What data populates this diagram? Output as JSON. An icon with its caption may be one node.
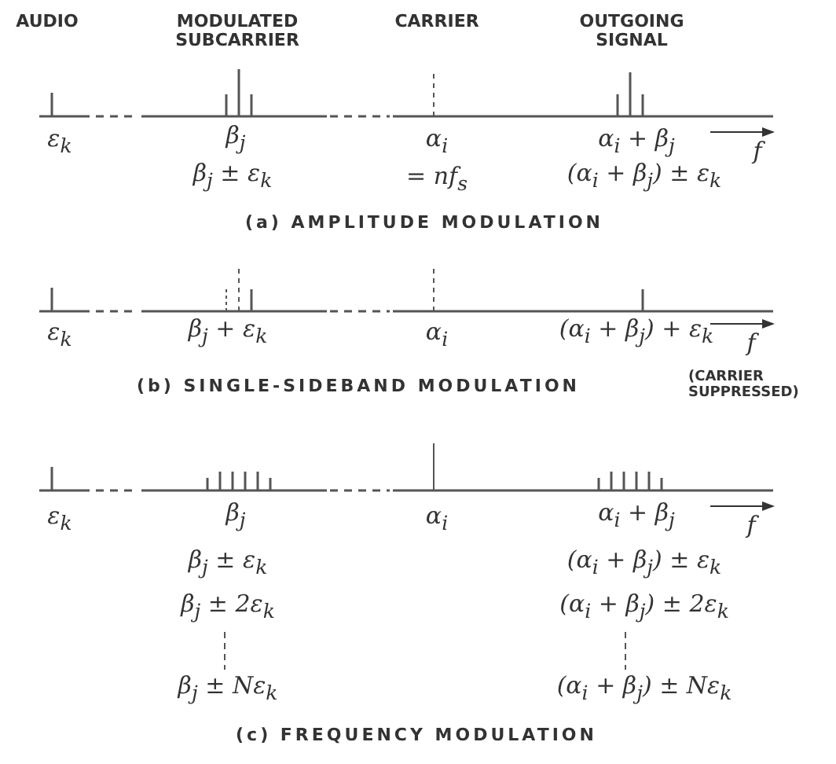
{
  "diagram": {
    "labels": [
      "AUDIO",
      "MODULATED SUBCARRIER",
      "CARRIER",
      "OUTGOING SIGNAL",
      "ε$_{k}$",
      "β$_{j}$",
      "α$_{i}$",
      "α$_{i}$ + β$_{j}$",
      "f",
      "β$_{j}$ ± ε$_{k}$",
      "= nf$_{s}$",
      "(α$_{i}$ + β$_{j}$) ± ε$_{k}$",
      "(a) AMPLITUDE MODULATION",
      "ε$_{k}$",
      "β$_{j}$ + ε$_{k}$",
      "α$_{i}$",
      "(α$_{i}$ + β$_{j}$) + ε$_{k}$",
      "f",
      "(b) SINGLE-SIDEBAND MODULATION",
      "(CARRIER SUPPRESSED)",
      "ε$_{k}$",
      "β$_{j}$",
      "α$_{i}$",
      "α$_{i}$ + β$_{j}$",
      "f",
      "β$_{j}$ ± ε$_{k}$",
      "(α$_{i}$ + β$_{j}$) ± ε$_{k}$",
      "β$_{j}$ ± 2ε$_{k}$",
      "(α$_{i}$ + β$_{j}$) ± 2ε$_{k}$",
      "β$_{j}$ ± Nε$_{k}$",
      "(α$_{i}$ + β$_{j}$) ± Nε$_{k}$",
      "(c) FREQUENCY MODULATION"
    ]
  }
}
